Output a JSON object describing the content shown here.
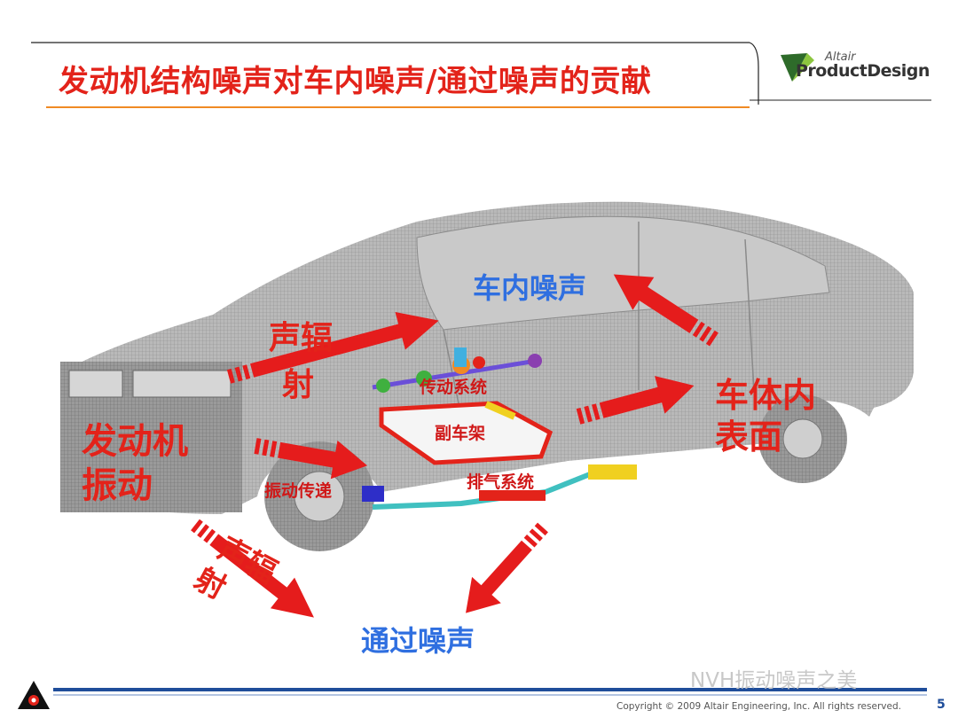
{
  "title": "发动机结构噪声对车内噪声/通过噪声的贡献",
  "logo": {
    "line1": "Altair",
    "line2": "ProductDesign"
  },
  "labels": {
    "interior_noise": "车内噪声",
    "pass_by_noise": "通过噪声",
    "body_inner_surface": [
      "车体内",
      "表面"
    ],
    "engine_vibration": [
      "发动机",
      "振动"
    ],
    "acoustic_radiation_top": [
      "声辐",
      "射"
    ],
    "acoustic_radiation_bottom": [
      "声辐",
      "射"
    ],
    "driveline": "传动系统",
    "subframe": "副车架",
    "exhaust": "排气系统",
    "vibration_transfer": "振动传递"
  },
  "footer": {
    "copyright": "Copyright © 2009 Altair Engineering, Inc. All rights reserved.",
    "page": "5"
  },
  "watermark": "NVH振动噪声之美",
  "colors": {
    "accent_red": "#e3231a",
    "label_blue": "#2f6fe0",
    "footer_blue": "#1f4d9a",
    "title_rule": "#f08a24"
  }
}
